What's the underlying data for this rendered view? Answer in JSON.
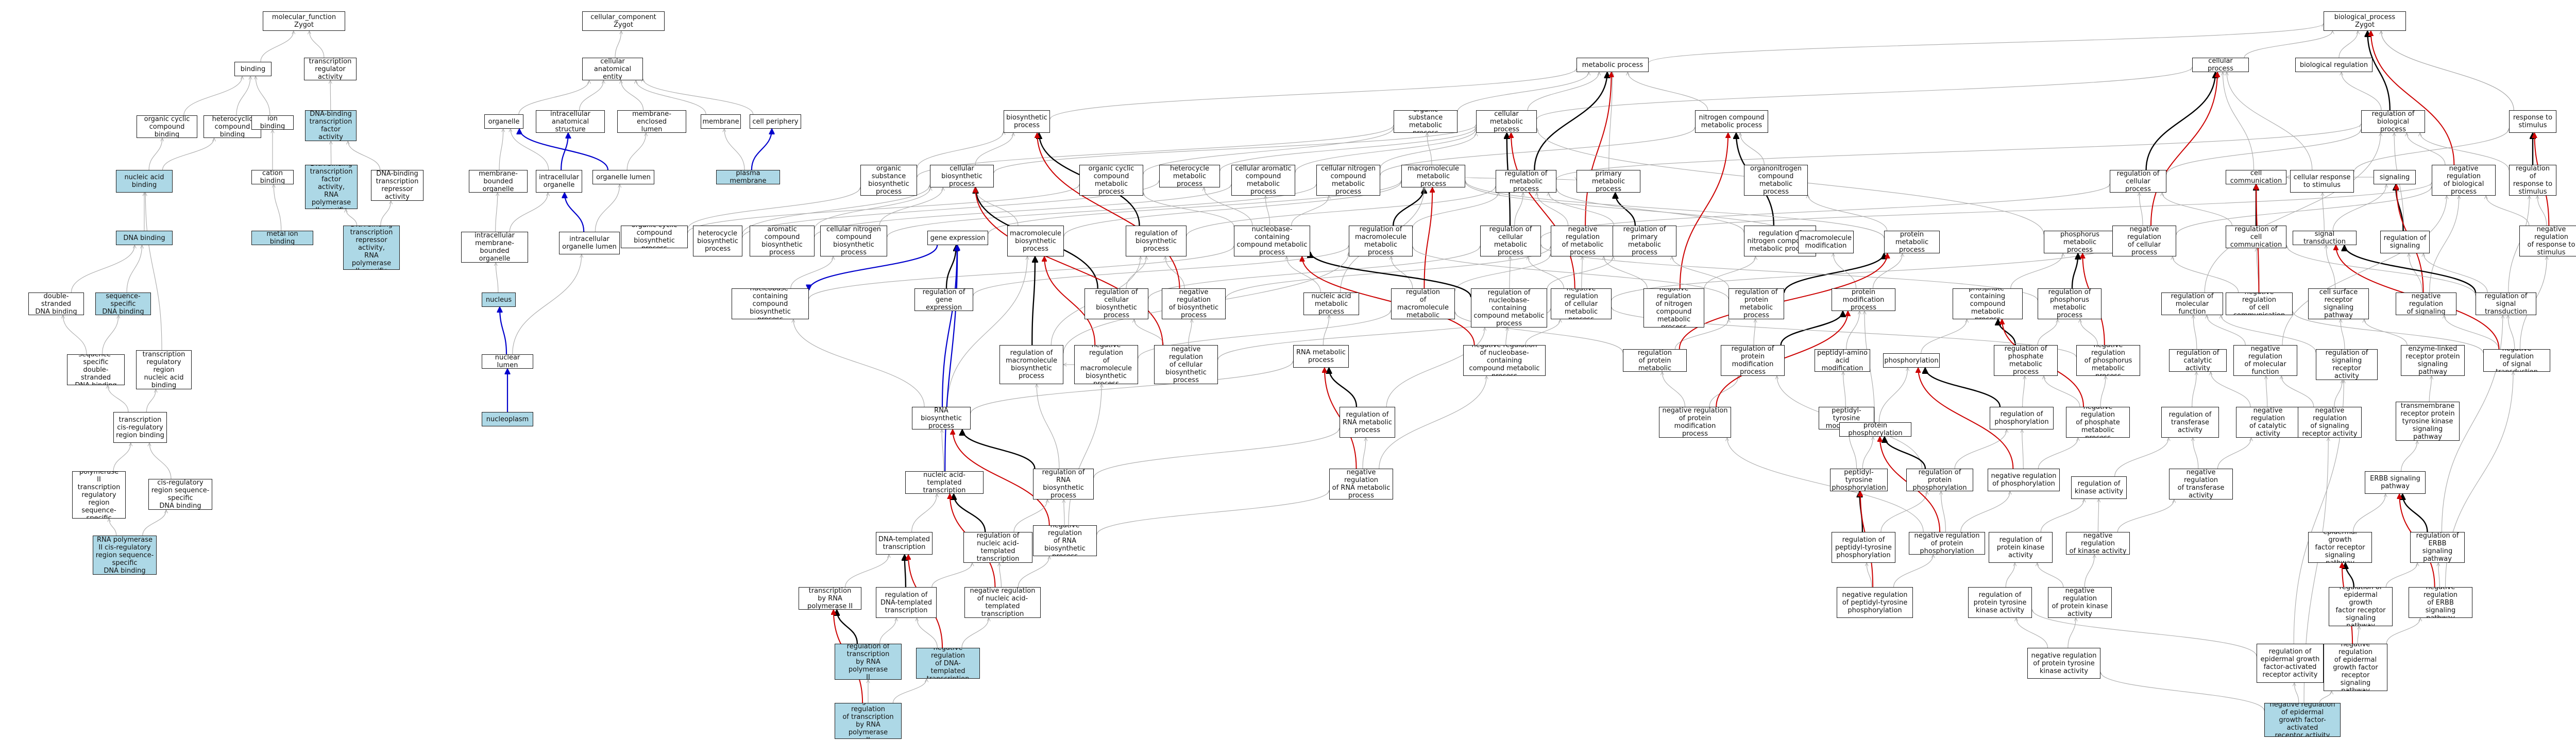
{
  "colors": {
    "node_border": "#1a1a1a",
    "highlight_fill": "#add8e6",
    "edge_is_a": "#aaaaaa",
    "edge_part_of": "#0000cc",
    "edge_regulates": "#000000",
    "edge_negatively_regulates": "#cc0000"
  },
  "nodes": [
    {
      "id": "mf",
      "label": "molecular_function\nZygot"
    },
    {
      "id": "binding",
      "label": "binding"
    },
    {
      "id": "treg",
      "label": "transcription\nregulator activity"
    },
    {
      "id": "ocb",
      "label": "organic cyclic\ncompound binding"
    },
    {
      "id": "hcb",
      "label": "heterocyclic\ncompound binding"
    },
    {
      "id": "ionb",
      "label": "ion binding"
    },
    {
      "id": "dbtfa",
      "label": "DNA-binding\ntranscription\nfactor activity",
      "hl": true
    },
    {
      "id": "nab",
      "label": "nucleic acid\nbinding",
      "hl": true
    },
    {
      "id": "catb",
      "label": "cation binding"
    },
    {
      "id": "dbtfa2",
      "label": "DNA-binding\ntranscription\nfactor activity,\nRNA polymerase\nII-specific",
      "hl": true
    },
    {
      "id": "dbtra",
      "label": "DNA-binding\ntranscription\nrepressor activity"
    },
    {
      "id": "mib",
      "label": "metal ion binding",
      "hl": true
    },
    {
      "id": "dbtra2",
      "label": "DNA-binding\ntranscription\nrepressor activity,\nRNA polymerase\nII-specific",
      "hl": true
    },
    {
      "id": "dnab",
      "label": "DNA binding",
      "hl": true
    },
    {
      "id": "dsdb",
      "label": "double-stranded\nDNA binding"
    },
    {
      "id": "ssdb",
      "label": "sequence-specific\nDNA binding",
      "hl": true
    },
    {
      "id": "ssdsdb",
      "label": "sequence-specific\ndouble-stranded\nDNA binding"
    },
    {
      "id": "trrnab",
      "label": "transcription\nregulatory region\nnucleic acid\nbinding"
    },
    {
      "id": "tcrrb",
      "label": "transcription\ncis-regulatory\nregion binding"
    },
    {
      "id": "rp2trr",
      "label": "RNA polymerase\nII transcription\nregulatory region\nsequence-specific\nDNA binding"
    },
    {
      "id": "crrssdb",
      "label": "cis-regulatory\nregion sequence-specific\nDNA binding"
    },
    {
      "id": "rp2crr",
      "label": "RNA polymerase\nII cis-regulatory\nregion sequence-specific\nDNA binding",
      "hl": true
    },
    {
      "id": "cc",
      "label": "cellular_component\nZygot"
    },
    {
      "id": "cae",
      "label": "cellular anatomical\nentity"
    },
    {
      "id": "organelle",
      "label": "organelle"
    },
    {
      "id": "ias",
      "label": "intracellular\nanatomical structure"
    },
    {
      "id": "mel",
      "label": "membrane-enclosed\nlumen"
    },
    {
      "id": "membrane",
      "label": "membrane"
    },
    {
      "id": "cperiph",
      "label": "cell periphery"
    },
    {
      "id": "mbo",
      "label": "membrane-bounded\norganelle"
    },
    {
      "id": "io",
      "label": "intracellular\norganelle"
    },
    {
      "id": "ol",
      "label": "organelle lumen"
    },
    {
      "id": "pm",
      "label": "plasma membrane",
      "hl": true
    },
    {
      "id": "imbo",
      "label": "intracellular\nmembrane-bounded\norganelle"
    },
    {
      "id": "iol",
      "label": "intracellular\norganelle lumen"
    },
    {
      "id": "nucleus",
      "label": "nucleus",
      "hl": true
    },
    {
      "id": "nuclum",
      "label": "nuclear lumen"
    },
    {
      "id": "nucleoplasm",
      "label": "nucleoplasm",
      "hl": true
    },
    {
      "id": "bp",
      "label": "biological_process\nZygot"
    },
    {
      "id": "mp",
      "label": "metabolic process"
    },
    {
      "id": "cp",
      "label": "cellular process"
    },
    {
      "id": "breg",
      "label": "biological regulation"
    },
    {
      "id": "biosyn",
      "label": "biosynthetic\nprocess"
    },
    {
      "id": "osmp",
      "label": "organic substance\nmetabolic process"
    },
    {
      "id": "cmp",
      "label": "cellular metabolic\nprocess"
    },
    {
      "id": "ncmp",
      "label": "nitrogen compound\nmetabolic process"
    },
    {
      "id": "rbp",
      "label": "regulation of\nbiological process"
    },
    {
      "id": "rts",
      "label": "response to\nstimulus"
    },
    {
      "id": "osbp",
      "label": "organic substance\nbiosynthetic\nprocess"
    },
    {
      "id": "cbp",
      "label": "cellular biosynthetic\nprocess"
    },
    {
      "id": "occmp",
      "label": "organic cyclic\ncompound metabolic\nprocess"
    },
    {
      "id": "hmp",
      "label": "heterocycle\nmetabolic process"
    },
    {
      "id": "cacmp",
      "label": "cellular aromatic\ncompound metabolic\nprocess"
    },
    {
      "id": "cncmp",
      "label": "cellular nitrogen\ncompound metabolic\nprocess"
    },
    {
      "id": "mmp",
      "label": "macromolecule\nmetabolic process"
    },
    {
      "id": "rmp",
      "label": "regulation of\nmetabolic process"
    },
    {
      "id": "pmp",
      "label": "primary metabolic\nprocess"
    },
    {
      "id": "oncmp",
      "label": "organonitrogen\ncompound metabolic\nprocess"
    },
    {
      "id": "rcp",
      "label": "regulation of\ncellular process"
    },
    {
      "id": "ccomm",
      "label": "cell communication"
    },
    {
      "id": "crs",
      "label": "cellular response\nto stimulus"
    },
    {
      "id": "signaling",
      "label": "signaling"
    },
    {
      "id": "nrbp",
      "label": "negative regulation\nof biological\nprocess"
    },
    {
      "id": "rrs",
      "label": "regulation of\nresponse to\nstimulus"
    },
    {
      "id": "occbp",
      "label": "organic cyclic\ncompound biosynthetic\nprocess"
    },
    {
      "id": "hbp",
      "label": "heterocycle\nbiosynthetic\nprocess"
    },
    {
      "id": "acbp",
      "label": "aromatic compound\nbiosynthetic\nprocess"
    },
    {
      "id": "cncbp",
      "label": "cellular nitrogen\ncompound biosynthetic\nprocess"
    },
    {
      "id": "ge",
      "label": "gene expression"
    },
    {
      "id": "mbp",
      "label": "macromolecule\nbiosynthetic\nprocess"
    },
    {
      "id": "rbsp",
      "label": "regulation of\nbiosynthetic\nprocess"
    },
    {
      "id": "ncccmp",
      "label": "nucleobase-containing\ncompound metabolic\nprocess"
    },
    {
      "id": "rmmp",
      "label": "regulation of\nmacromolecule\nmetabolic process"
    },
    {
      "id": "rcmp",
      "label": "regulation of\ncellular metabolic\nprocess"
    },
    {
      "id": "nrmp",
      "label": "negative regulation\nof metabolic\nprocess"
    },
    {
      "id": "rpmp",
      "label": "regulation of\nprimary metabolic\nprocess"
    },
    {
      "id": "rncmp",
      "label": "regulation of\nnitrogen compound\nmetabolic process"
    },
    {
      "id": "mmod",
      "label": "macromolecule\nmodification"
    },
    {
      "id": "protmp",
      "label": "protein metabolic\nprocess"
    },
    {
      "id": "phosmp",
      "label": "phosphorus metabolic\nprocess"
    },
    {
      "id": "nrcp",
      "label": "negative regulation\nof cellular\nprocess"
    },
    {
      "id": "rccomm",
      "label": "regulation of\ncell communication"
    },
    {
      "id": "st",
      "label": "signal transduction"
    },
    {
      "id": "rsig",
      "label": "regulation of\nsignaling"
    },
    {
      "id": "nrrs",
      "label": "negative regulation\nof response to\nstimulus"
    },
    {
      "id": "ncccbp",
      "label": "nucleobase-containing\ncompound biosynthetic\nprocess"
    },
    {
      "id": "rge",
      "label": "regulation of\ngene expression"
    },
    {
      "id": "rcbp",
      "label": "regulation of\ncellular biosynthetic\nprocess"
    },
    {
      "id": "nrbsp",
      "label": "negative regulation\nof biosynthetic\nprocess"
    },
    {
      "id": "namp",
      "label": "nucleic acid\nmetabolic process"
    },
    {
      "id": "nrmmp",
      "label": "negative regulation\nof macromolecule\nmetabolic process"
    },
    {
      "id": "rncccmp",
      "label": "regulation of\nnucleobase-containing\ncompound metabolic\nprocess"
    },
    {
      "id": "nrcmp",
      "label": "negative regulation\nof cellular\nmetabolic process"
    },
    {
      "id": "nrncmp",
      "label": "negative regulation\nof nitrogen\ncompound metabolic\nprocess"
    },
    {
      "id": "rprotmp",
      "label": "regulation of\nprotein metabolic\nprocess"
    },
    {
      "id": "pmodp",
      "label": "protein modification\nprocess"
    },
    {
      "id": "pcmp",
      "label": "phosphate-containing\ncompound metabolic\nprocess"
    },
    {
      "id": "rphosmp",
      "label": "regulation of\nphosphorus\nmetabolic process"
    },
    {
      "id": "rmf",
      "label": "regulation of\nmolecular function"
    },
    {
      "id": "nrccomm",
      "label": "negative regulation\nof cell communication"
    },
    {
      "id": "csrsp",
      "label": "cell surface\nreceptor signaling\npathway"
    },
    {
      "id": "nrsig",
      "label": "negative regulation\nof signaling"
    },
    {
      "id": "rst",
      "label": "regulation of\nsignal transduction"
    },
    {
      "id": "rnamp",
      "label": "RNA metabolic\nprocess"
    },
    {
      "id": "nrmbp",
      "label": "negative regulation\nof macromolecule\nbiosynthetic\nprocess"
    },
    {
      "id": "nrcbp",
      "label": "negative regulation\nof cellular\nbiosynthetic\nprocess"
    },
    {
      "id": "rmbp",
      "label": "regulation of\nmacromolecule\nbiosynthetic\nprocess"
    },
    {
      "id": "nrncccmp",
      "label": "negative regulation\nof nucleobase-containing\ncompound metabolic\nprocess"
    },
    {
      "id": "nrprotmp",
      "label": "negative regulation\nof protein metabolic\nprocess"
    },
    {
      "id": "rpmodp",
      "label": "regulation of\nprotein modification\nprocess"
    },
    {
      "id": "paamp",
      "label": "peptidyl-amino\nacid modification"
    },
    {
      "id": "phosphorylation",
      "label": "phosphorylation"
    },
    {
      "id": "rpcmp",
      "label": "regulation of\nphosphate metabolic\nprocess"
    },
    {
      "id": "nrphosmp",
      "label": "negative regulation\nof phosphorus\nmetabolic process"
    },
    {
      "id": "rca",
      "label": "regulation of\ncatalytic activity"
    },
    {
      "id": "nrmf",
      "label": "negative regulation\nof molecular\nfunction"
    },
    {
      "id": "rsra",
      "label": "regulation of\nsignaling receptor\nactivity"
    },
    {
      "id": "elrsp",
      "label": "enzyme-linked\nreceptor protein\nsignaling pathway"
    },
    {
      "id": "nrst",
      "label": "negative regulation\nof signal transduction"
    },
    {
      "id": "rnabp",
      "label": "RNA biosynthetic\nprocess"
    },
    {
      "id": "rrnamp",
      "label": "regulation of\nRNA metabolic\nprocess"
    },
    {
      "id": "nrrnamp",
      "label": "negative regulation\nof RNA metabolic\nprocess"
    },
    {
      "id": "rrnabp",
      "label": "regulation of\nRNA biosynthetic\nprocess"
    },
    {
      "id": "nrpmodp",
      "label": "negative regulation\nof protein modification\nprocess"
    },
    {
      "id": "ptm",
      "label": "peptidyl-tyrosine\nmodification"
    },
    {
      "id": "pphos",
      "label": "protein phosphorylation"
    },
    {
      "id": "rphos",
      "label": "regulation of\nphosphorylation"
    },
    {
      "id": "nrpcmp",
      "label": "negative regulation\nof phosphate\nmetabolic process"
    },
    {
      "id": "rta",
      "label": "regulation of\ntransferase\nactivity"
    },
    {
      "id": "nrca",
      "label": "negative regulation\nof catalytic\nactivity"
    },
    {
      "id": "nrsra",
      "label": "negative regulation\nof signaling\nreceptor activity"
    },
    {
      "id": "tmrptk",
      "label": "transmembrane\nreceptor protein\ntyrosine kinase\nsignaling pathway"
    },
    {
      "id": "natt",
      "label": "nucleic acid-templated\ntranscription"
    },
    {
      "id": "nrrnabp",
      "label": "negative regulation\nof RNA biosynthetic\nprocess"
    },
    {
      "id": "pyp",
      "label": "peptidyl-tyrosine\nphosphorylation"
    },
    {
      "id": "rpphos",
      "label": "regulation of\nprotein phosphorylation"
    },
    {
      "id": "nrphos",
      "label": "negative regulation\nof phosphorylation"
    },
    {
      "id": "rka",
      "label": "regulation of\nkinase activity"
    },
    {
      "id": "nrta",
      "label": "negative regulation\nof transferase\nactivity"
    },
    {
      "id": "erbb",
      "label": "ERBB signaling\npathway"
    },
    {
      "id": "dtt",
      "label": "DNA-templated\ntranscription"
    },
    {
      "id": "rnatt",
      "label": "regulation of\nnucleic acid-templated\ntranscription"
    },
    {
      "id": "rpyp",
      "label": "regulation of\npeptidyl-tyrosine\nphosphorylation"
    },
    {
      "id": "nrpphos",
      "label": "negative regulation\nof protein phosphorylation"
    },
    {
      "id": "rpka",
      "label": "regulation of\nprotein kinase\nactivity"
    },
    {
      "id": "nrka",
      "label": "negative regulation\nof kinase activity"
    },
    {
      "id": "egfrsp",
      "label": "epidermal growth\nfactor receptor\nsignaling pathway"
    },
    {
      "id": "rerbb",
      "label": "regulation of\nERBB signaling\npathway"
    },
    {
      "id": "trp2",
      "label": "transcription\nby RNA polymerase II"
    },
    {
      "id": "rdtt",
      "label": "regulation of\nDNA-templated\ntranscription"
    },
    {
      "id": "nrnatt",
      "label": "negative regulation\nof nucleic acid-templated\ntranscription"
    },
    {
      "id": "nrpyp",
      "label": "negative regulation\nof peptidyl-tyrosine\nphosphorylation"
    },
    {
      "id": "rptka",
      "label": "regulation of\nprotein tyrosine\nkinase activity"
    },
    {
      "id": "nrpka",
      "label": "negative regulation\nof protein kinase\nactivity"
    },
    {
      "id": "regfrsp",
      "label": "regulation of\nepidermal growth\nfactor receptor\nsignaling pathway"
    },
    {
      "id": "nrerbb",
      "label": "negative regulation\nof ERBB signaling\npathway"
    },
    {
      "id": "rtrp2",
      "label": "regulation of\ntranscription\nby RNA polymerase\nII",
      "hl": true
    },
    {
      "id": "nrdtt",
      "label": "negative regulation\nof DNA-templated\ntranscription",
      "hl": true
    },
    {
      "id": "regfra",
      "label": "regulation of\nepidermal growth\nfactor-activated\nreceptor activity"
    },
    {
      "id": "nrptka",
      "label": "negative regulation\nof protein tyrosine\nkinase activity"
    },
    {
      "id": "nregfrsp",
      "label": "negative regulation\nof epidermal\ngrowth factor\nreceptor signaling\npathway"
    },
    {
      "id": "nrtrp2",
      "label": "negative regulation\nof transcription\nby RNA polymerase\nII",
      "hl": true
    },
    {
      "id": "nregfra",
      "label": "negative regulation\nof epidermal\ngrowth factor-activated\nreceptor activity",
      "hl": true
    }
  ]
}
